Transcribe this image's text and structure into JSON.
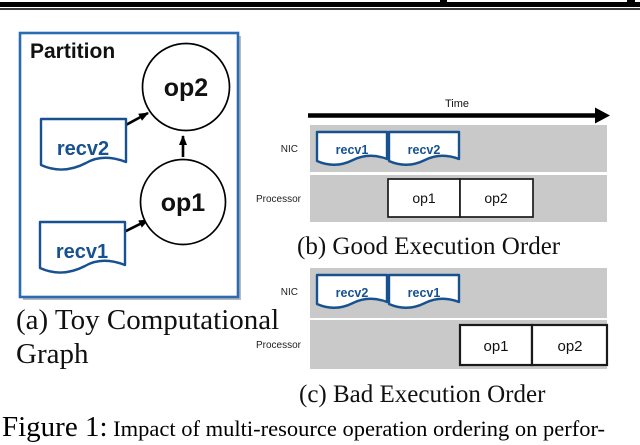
{
  "colors": {
    "accent_blue": "#17518f",
    "partition_border": "#2a6cb3",
    "bar_gray": "#c9c9c9",
    "rule_black": "#000000"
  },
  "graph": {
    "partition_label": "Partition",
    "op1": "op1",
    "op2": "op2",
    "recv1": "recv1",
    "recv2": "recv2",
    "caption_line1": "(a) Toy Computational",
    "caption_line2": "Graph"
  },
  "good": {
    "time_label": "Time",
    "nic_label": "NIC",
    "processor_label": "Processor",
    "nic_items": [
      "recv1",
      "recv2"
    ],
    "proc_items": [
      "op1",
      "op2"
    ],
    "caption": "(b) Good Execution Order"
  },
  "bad": {
    "nic_label": "NIC",
    "processor_label": "Processor",
    "nic_items": [
      "recv2",
      "recv1"
    ],
    "proc_items": [
      "op1",
      "op2"
    ],
    "caption": "(c) Bad Execution Order"
  },
  "figure_caption": {
    "prefix": "Figure 1:",
    "text": " Impact of multi-resource operation ordering on perfor-"
  }
}
